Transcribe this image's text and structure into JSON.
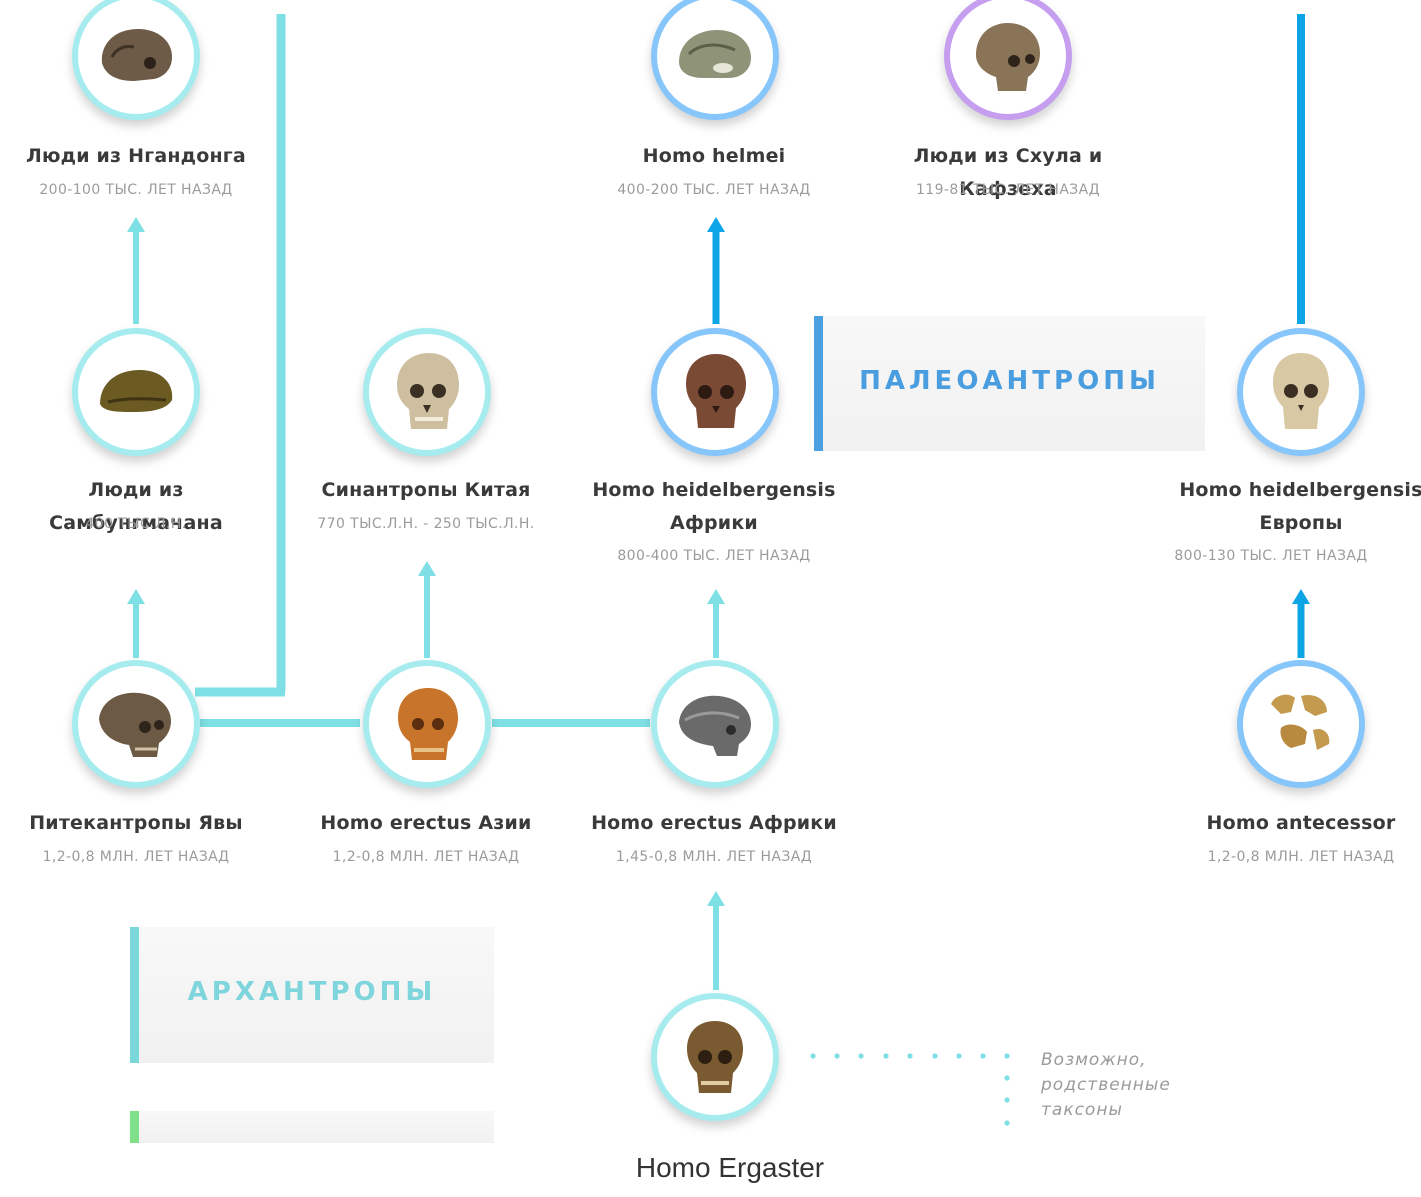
{
  "colors": {
    "teal_line": "#7ee0e4",
    "blue_line": "#0ea5e6",
    "purple_line": "#c38ff0",
    "teal_ring": "#a6ecef",
    "blue_ring": "#86c6fa",
    "purple_ring": "#c59ef0",
    "archanthropes_accent": "#7ad8db",
    "archanthropes_text": "#7fd5dc",
    "paleoanthropes_accent": "#4aa0e0",
    "paleoanthropes_text": "#4a9ee0",
    "third_group_accent": "#7fe08a"
  },
  "nodes": {
    "ngandong": {
      "name": "Люди из Нгандонга",
      "date": "200-100 ТЫС. ЛЕТ НАЗАД",
      "icon": "skull-icon"
    },
    "sambungmacan": {
      "name": "Люди из Самбунгмачана",
      "date": "400 ТЫС.Л.Н.",
      "icon": "skull-icon"
    },
    "java": {
      "name": "Питекантропы Явы",
      "date": "1,2-0,8 МЛН. ЛЕТ НАЗАД",
      "icon": "skull-icon"
    },
    "sinanthropus": {
      "name": "Синантропы Китая",
      "date": "770 ТЫС.Л.Н. - 250 ТЫС.Л.Н.",
      "icon": "skull-icon"
    },
    "erectus_asia": {
      "name": "Homo erectus Азии",
      "date": "1,2-0,8 МЛН. ЛЕТ НАЗАД",
      "icon": "skull-icon"
    },
    "helmei": {
      "name": "Homo helmei",
      "date": "400-200 ТЫС. ЛЕТ НАЗАД",
      "icon": "skull-icon"
    },
    "heidelbergensis_africa": {
      "name_line1": "Homo heidelbergensis",
      "name_line2": "Африки",
      "date": "800-400 ТЫС. ЛЕТ НАЗАД",
      "icon": "skull-icon"
    },
    "erectus_africa": {
      "name": "Homo erectus Африки",
      "date": "1,45-0,8 МЛН. ЛЕТ НАЗАД",
      "icon": "skull-icon"
    },
    "ergaster": {
      "icon": "skull-icon"
    },
    "skhul_qafzeh": {
      "name": "Люди из Схула и Кафзеха",
      "date": "119-81 ТЫС. ЛЕТ НАЗАД",
      "icon": "skull-icon"
    },
    "heidelbergensis_europe": {
      "name_line1": "Homo heidelbergensis",
      "name_line2": "Европы",
      "date": "800-130 ТЫС. ЛЕТ НАЗАД",
      "icon": "skull-icon"
    },
    "antecessor": {
      "name": "Homo antecessor",
      "date": "1,2-0,8 МЛН. ЛЕТ НАЗАД",
      "icon": "skull-icon"
    }
  },
  "groups": {
    "paleoanthropes": "ПАЛЕОАНТРОПЫ",
    "archanthropes": "АРХАНТРОПЫ"
  },
  "legend": {
    "line1": "Возможно,",
    "line2": "родственные",
    "line3": "таксоны"
  },
  "caption": "Homo Ergaster"
}
